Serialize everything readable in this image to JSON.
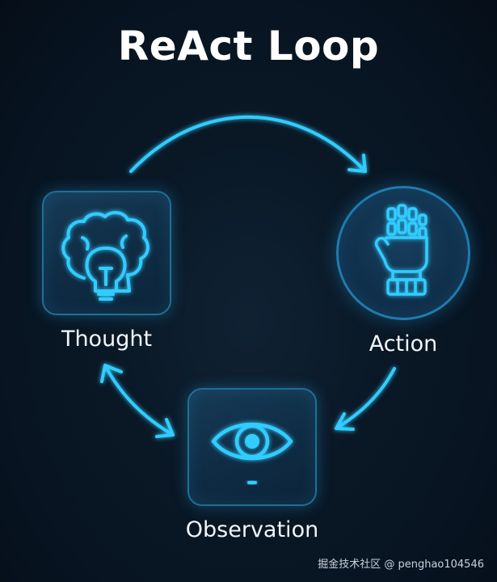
{
  "title": "ReAct Loop",
  "nodes": {
    "thought": {
      "label": "Thought",
      "icon": "brain-lightbulb-icon"
    },
    "action": {
      "label": "Action",
      "icon": "robot-hand-icon"
    },
    "observation": {
      "label": "Observation",
      "icon": "eye-icon"
    }
  },
  "edges": [
    {
      "from": "Thought",
      "to": "Action",
      "direction": "one-way"
    },
    {
      "from": "Action",
      "to": "Observation",
      "direction": "one-way"
    },
    {
      "from": "Observation",
      "to": "Thought",
      "direction": "two-way"
    }
  ],
  "colors": {
    "accent": "#33ccff",
    "background": "#0a1826",
    "node_fill": "#123450",
    "text": "#ffffff"
  },
  "watermark": "掘金技术社区 @ penghao104546"
}
